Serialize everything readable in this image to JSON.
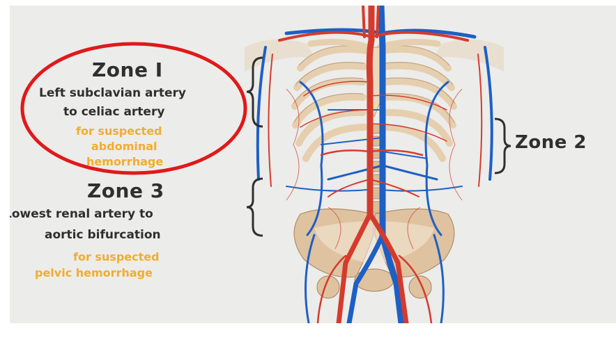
{
  "zone1": {
    "title": "Zone I",
    "line1": "Left subclavian artery",
    "line2": "to celiac artery",
    "note1": "for suspected",
    "note2": "abdominal",
    "note3": "hemorrhage"
  },
  "zone2": {
    "title": "Zone 2"
  },
  "zone3": {
    "title": "Zone 3",
    "line1": "Lowest renal artery to",
    "line2": "aortic bifurcation",
    "note1": "for suspected",
    "note2": "pelvic hemorrhage"
  },
  "colors": {
    "slide_background": "#ececea",
    "text": "#2f2f2f",
    "note_text": "#f2ad2c",
    "highlight_circle": "#e0191a",
    "artery": "#d43b2d",
    "vein": "#1e5fc4",
    "bone": "#e8d2b3"
  }
}
